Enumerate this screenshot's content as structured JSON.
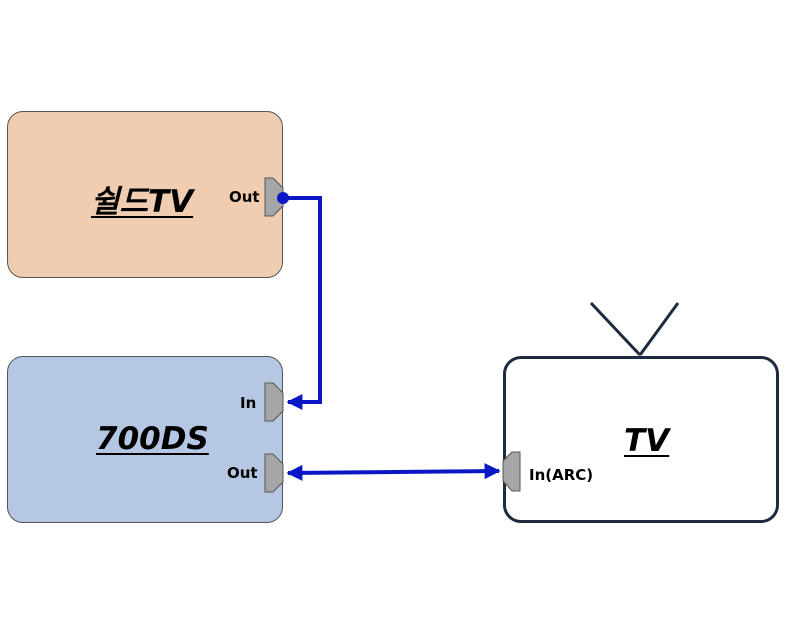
{
  "colors": {
    "wire": "#0a17c4",
    "port_fill": "#a6a6a6",
    "port_stroke": "#555555",
    "shield_fill": "#f0cdb0",
    "device_fill": "#b6c7e3",
    "tv_stroke": "#1e2a3d"
  },
  "nodes": {
    "shield_tv": {
      "title": "쉴드TV",
      "ports": {
        "out": "Out"
      }
    },
    "ds700": {
      "title": "700DS",
      "ports": {
        "in": "In",
        "out": "Out"
      }
    },
    "tv": {
      "title": "TV",
      "ports": {
        "in_arc": "In(ARC)"
      },
      "icon": "antenna-icon"
    }
  },
  "connections": [
    {
      "from": "shield_tv.out",
      "to": "ds700.in",
      "direction": "one-way"
    },
    {
      "from": "ds700.out",
      "to": "tv.in_arc",
      "direction": "bidirectional"
    }
  ]
}
